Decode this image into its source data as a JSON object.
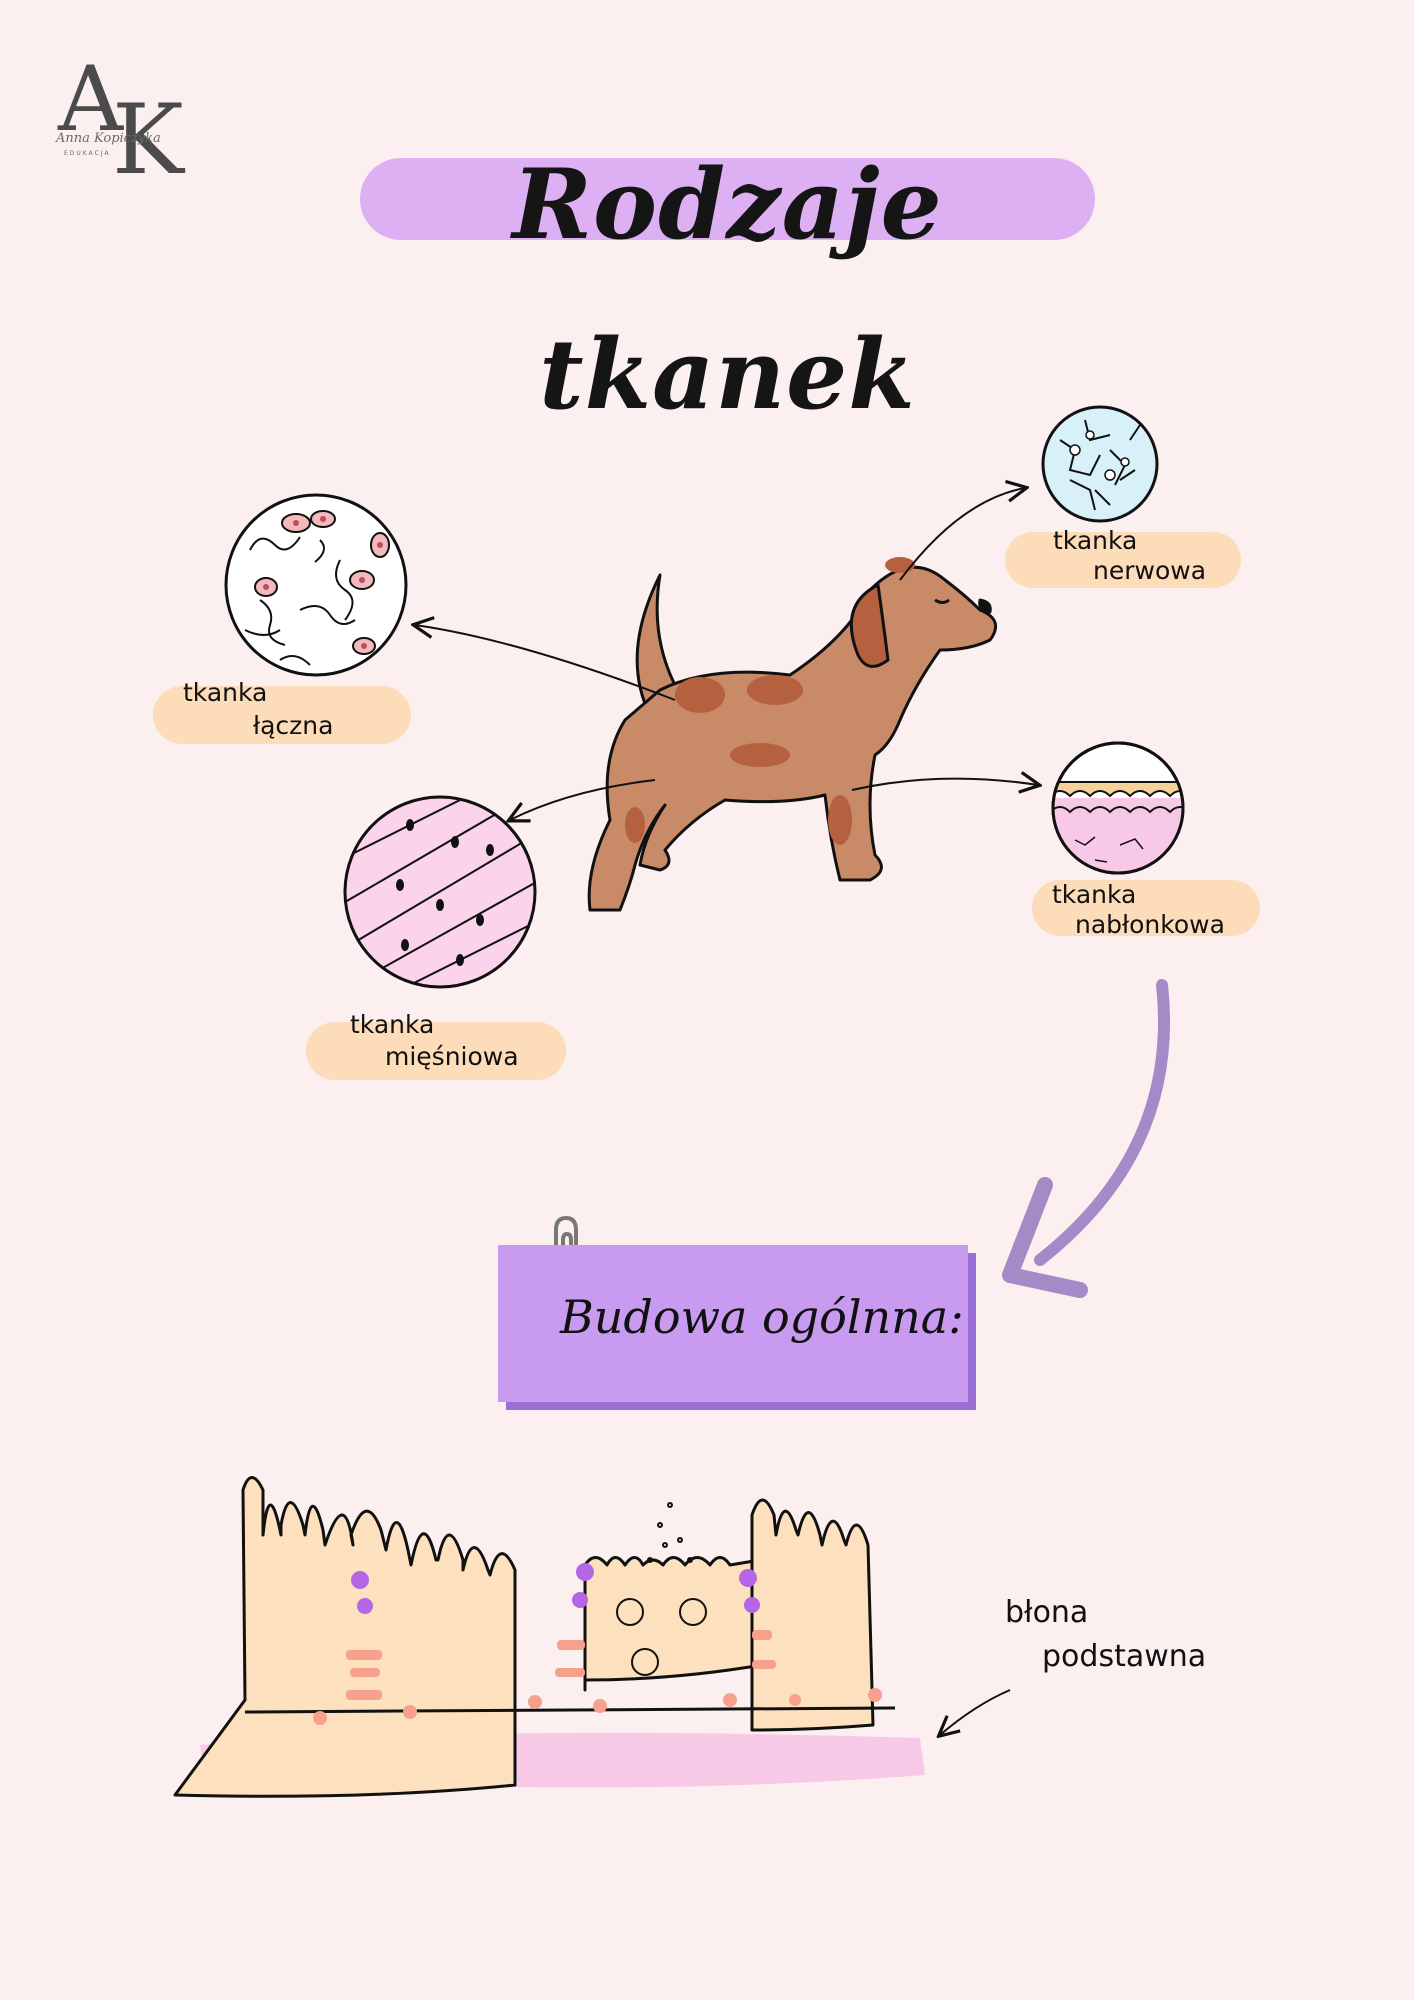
{
  "logo": {
    "letters": "AK",
    "signature": "Anna Kopiczyka",
    "tagline": "EDUKACJA"
  },
  "title": "Rodzaje tkanek",
  "tissues": {
    "laczna": {
      "line1": "tkanka",
      "line2": "łączna"
    },
    "nerwowa": {
      "line1": "tkanka",
      "line2": "nerwowa"
    },
    "nablonkowa": {
      "line1": "tkanka",
      "line2": "nabłonkowa"
    },
    "miesniowa": {
      "line1": "tkanka",
      "line2": "mięśniowa"
    }
  },
  "note": {
    "label": "Budowa ogólnna:"
  },
  "membrane": {
    "line1": "błona",
    "line2": "podstawna"
  },
  "colors": {
    "background": "#fcefef",
    "title_highlight": "#dcb0f2",
    "label_pill": "#fddcba",
    "note": "#c89bf1",
    "arrow_big": "#a58ac8",
    "dog": "#c98a67",
    "dog_spots": "#b5613f",
    "cells": "#fde0bd",
    "membrane": "#f8c9e6"
  },
  "icons": [
    "paperclip-icon",
    "dog-illustration",
    "connective-tissue-circle",
    "nerve-tissue-circle",
    "epithelial-tissue-circle",
    "muscle-tissue-circle"
  ]
}
